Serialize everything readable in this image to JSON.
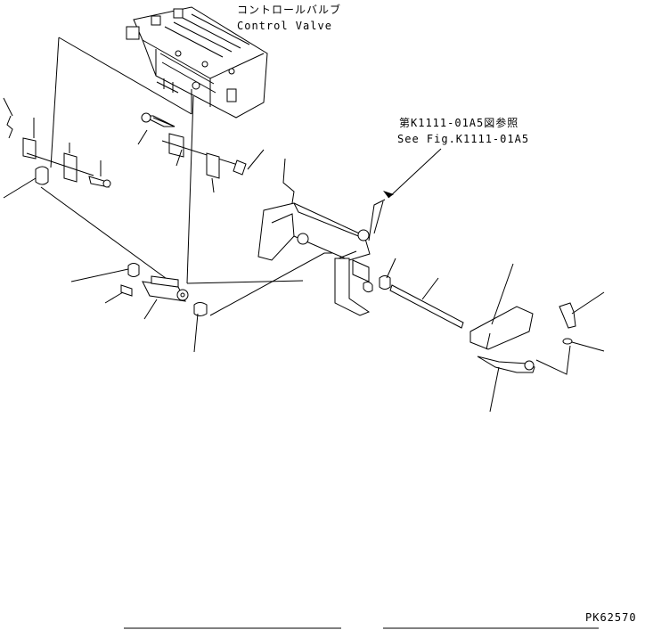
{
  "labels": {
    "control_valve_jp": "コントロールバルブ",
    "control_valve_en": "Control Valve",
    "reference_jp": "第K1111-01A5図参照",
    "reference_en": "See Fig.K1111-01A5",
    "drawing_code": "PK62570"
  },
  "colors": {
    "line": "#000000",
    "background": "#ffffff"
  }
}
